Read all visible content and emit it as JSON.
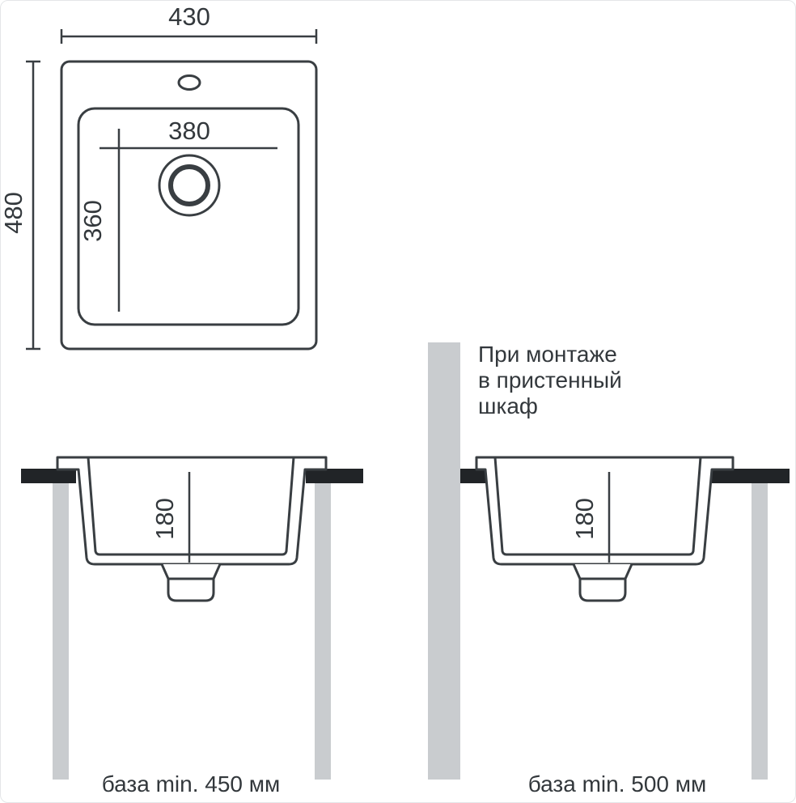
{
  "top_view": {
    "width_label": "430",
    "height_label": "480",
    "bowl_width_label": "380",
    "bowl_depth_label": "360"
  },
  "section_left": {
    "depth_label": "180",
    "base_label": "база min. 450 мм"
  },
  "section_right": {
    "depth_label": "180",
    "base_label": "база min. 500 мм",
    "note_lines": [
      "При монтаже",
      "в пристенный",
      "шкаф"
    ]
  },
  "colors": {
    "line": "#393e42",
    "panel_gray": "#c9cccf",
    "counter_black": "#212427"
  }
}
